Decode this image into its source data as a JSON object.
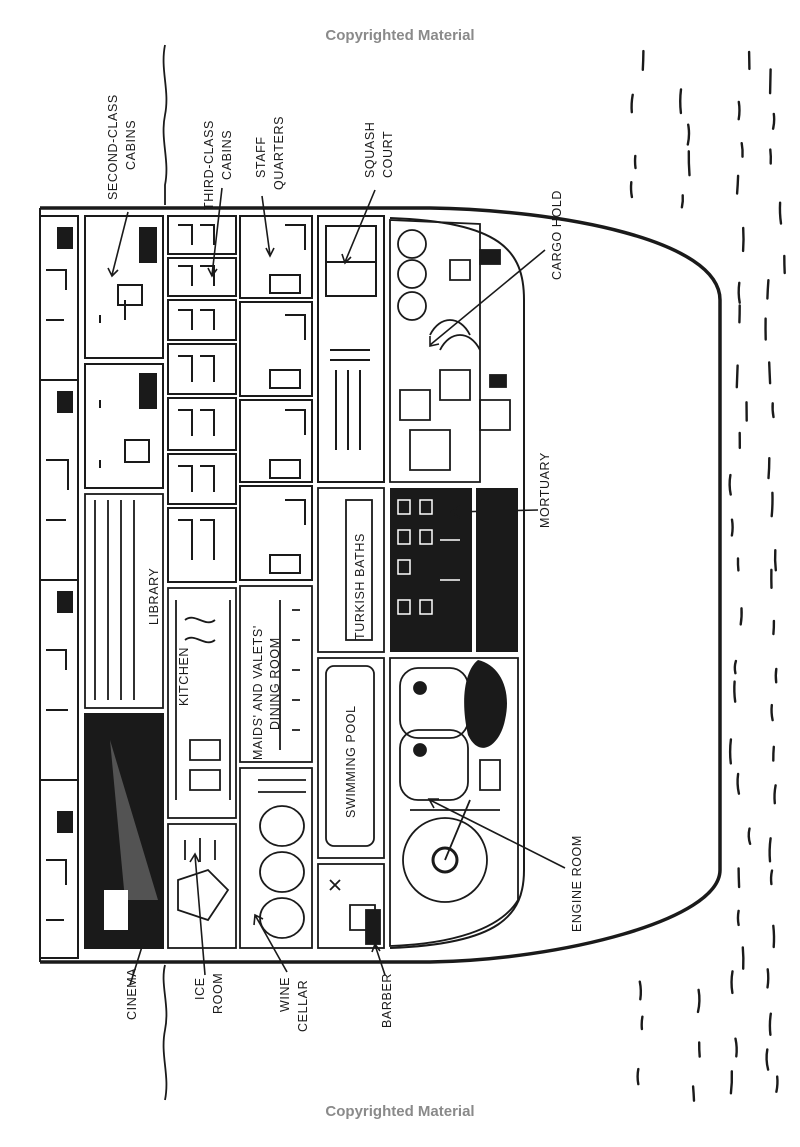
{
  "copyright": {
    "top": "Copyrighted Material",
    "bottom": "Copyrighted Material"
  },
  "labels": {
    "second_class_cabins": [
      "SECOND-CLASS",
      "CABINS"
    ],
    "third_class_cabins": [
      "THIRD-CLASS",
      "CABINS"
    ],
    "staff_quarters": [
      "STAFF",
      "QUARTERS"
    ],
    "squash_court": [
      "SQUASH",
      "COURT"
    ],
    "cargo_hold": "CARGO HOLD",
    "mortuary": "MORTUARY",
    "engine_room": "ENGINE ROOM",
    "barber": "BARBER",
    "wine_cellar": [
      "WINE",
      "CELLAR"
    ],
    "ice_room": [
      "ICE",
      "ROOM"
    ],
    "cinema": "CINEMA",
    "library": "LIBRARY",
    "kitchen": "KITCHEN",
    "maids_dining": [
      "MAIDS' AND VALETS'",
      "DINING ROOM"
    ],
    "swimming_pool": "SWIMMING POOL",
    "turkish_baths": "TURKISH BATHS"
  },
  "colors": {
    "ink": "#1a1a1a",
    "paper": "#ffffff",
    "copyright": "#8a8a8a"
  }
}
